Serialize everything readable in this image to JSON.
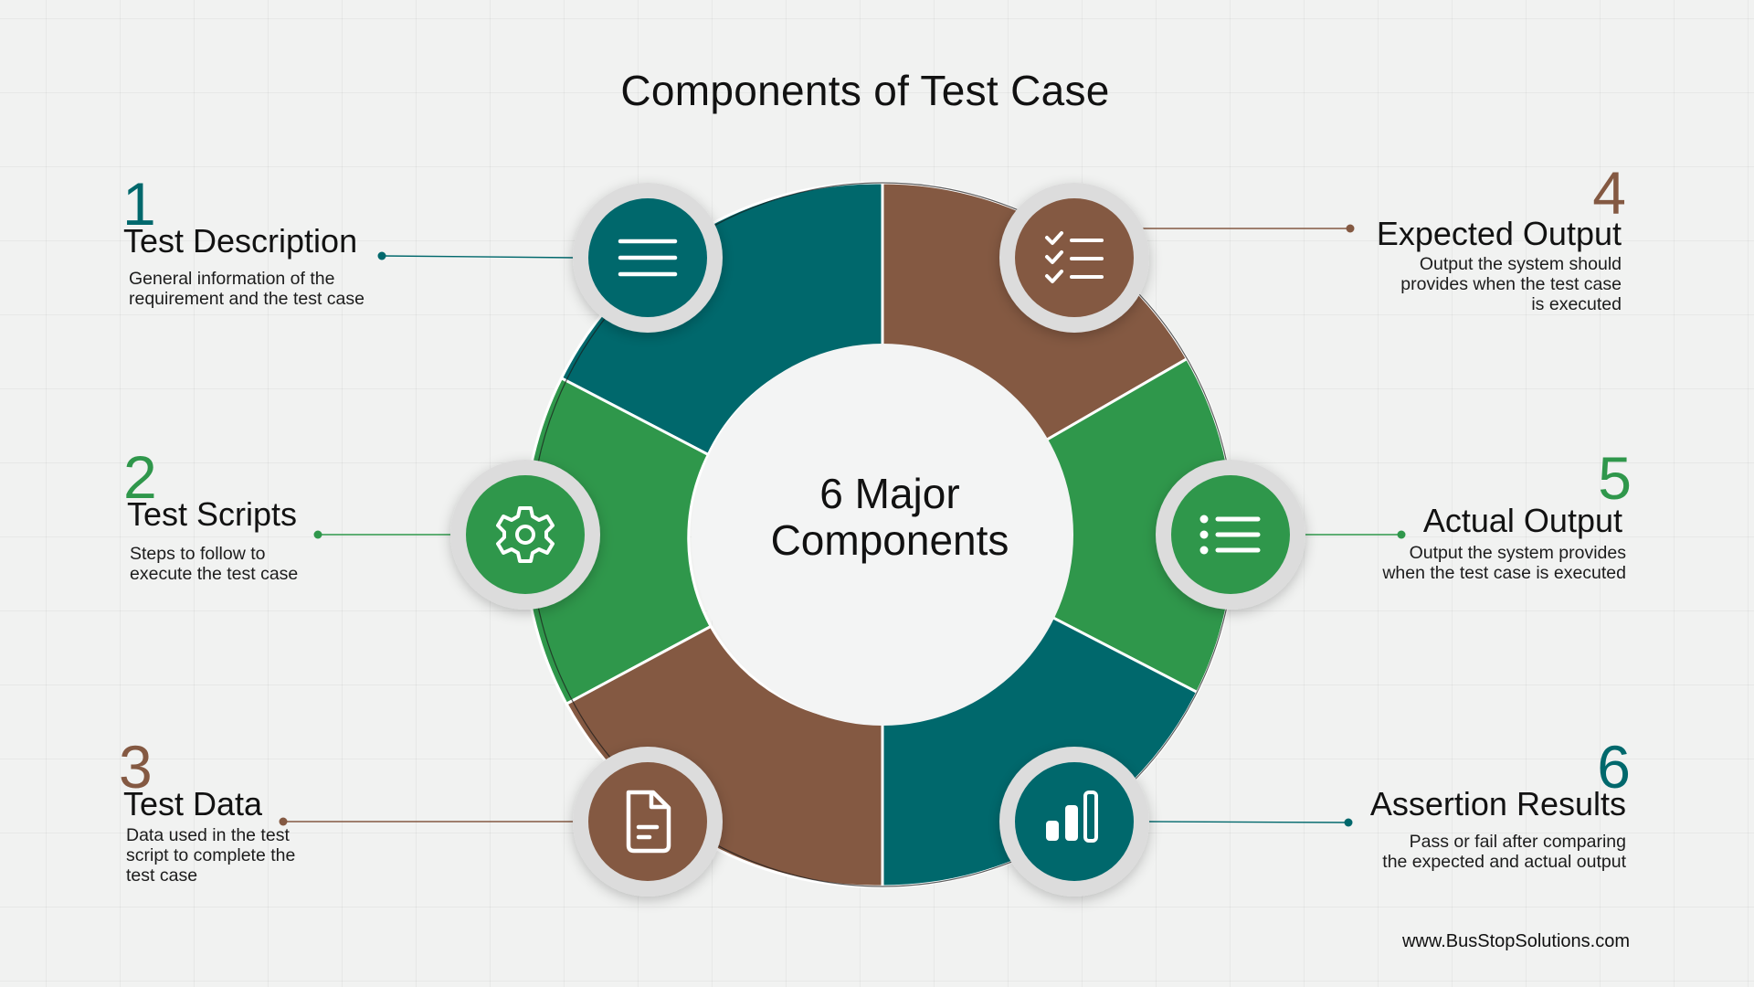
{
  "title": "Components of Test Case",
  "center_label": "6 Major\nComponents",
  "footer": "www.BusStopSolutions.com",
  "colors": {
    "teal": "#00686c",
    "green": "#2f974b",
    "brown": "#845942",
    "ring": "#dcdcdc",
    "center": "#f3f4f4"
  },
  "items": [
    {
      "number": "1",
      "heading": "Test Description",
      "description": "General information of the\nrequirement and the test case",
      "color": "#00686c",
      "icon": "menu-lines-icon"
    },
    {
      "number": "2",
      "heading": "Test Scripts",
      "description": "Steps to follow to\nexecute the test case",
      "color": "#2f974b",
      "icon": "gear-icon"
    },
    {
      "number": "3",
      "heading": "Test Data",
      "description": "Data used in the test\nscript to complete the\ntest case",
      "color": "#845942",
      "icon": "document-icon"
    },
    {
      "number": "4",
      "heading": "Expected Output",
      "description": "Output the system should\nprovides when the test case \nis executed",
      "color": "#845942",
      "icon": "checklist-icon"
    },
    {
      "number": "5",
      "heading": "Actual Output",
      "description": "Output the system provides\nwhen the test case is executed",
      "color": "#2f974b",
      "icon": "bullet-list-icon"
    },
    {
      "number": "6",
      "heading": "Assertion Results",
      "description": "Pass or fail after comparing\nthe expected and actual output",
      "color": "#00686c",
      "icon": "bar-chart-icon"
    }
  ]
}
